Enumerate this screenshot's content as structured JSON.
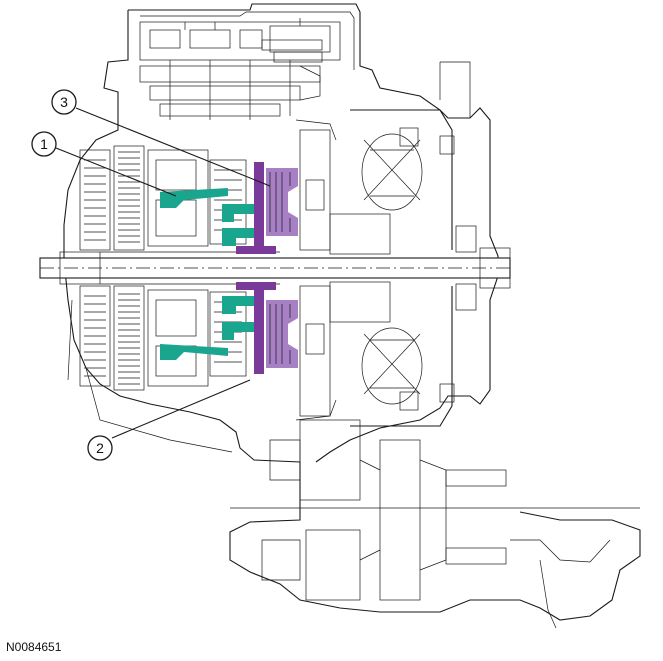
{
  "figure_id": "N0084651",
  "callouts": [
    {
      "number": "1"
    },
    {
      "number": "2"
    },
    {
      "number": "3"
    }
  ],
  "colors": {
    "highlight_teal": "#1aa58f",
    "highlight_purple": "#7a3a9a",
    "highlight_purple_light": "#a77fc4",
    "line": "#1a1a1a"
  }
}
